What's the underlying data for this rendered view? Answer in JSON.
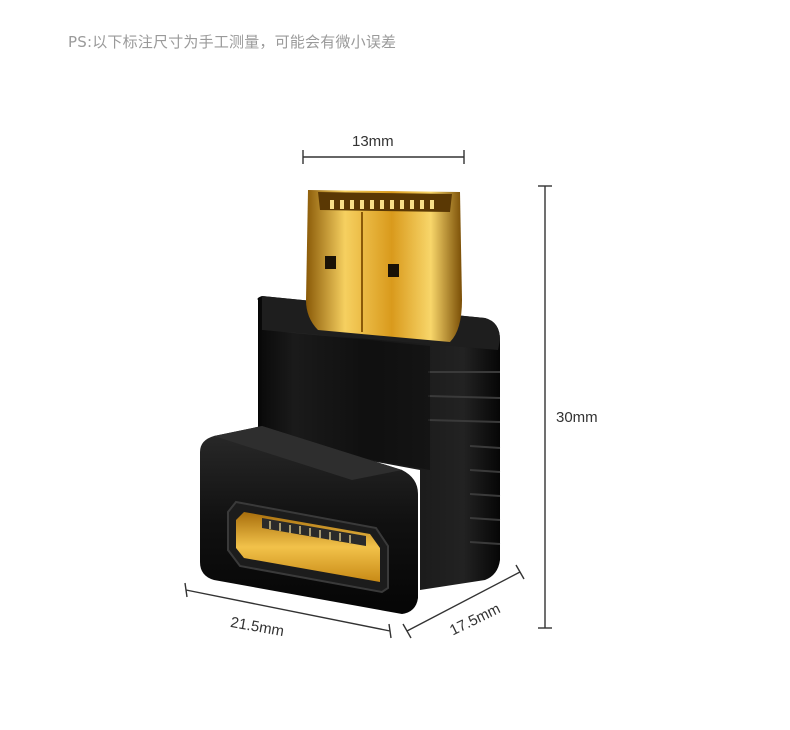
{
  "note": "PS:以下标注尺寸为手工测量，可能会有微小误差",
  "dimensions": {
    "connector_width": "13mm",
    "height": "30mm",
    "body_width": "21.5mm",
    "body_depth": "17.5mm"
  },
  "colors": {
    "body": "#141414",
    "gold": "#e0a826",
    "dimension_line": "#333333",
    "note_text": "#9a9a9a"
  }
}
